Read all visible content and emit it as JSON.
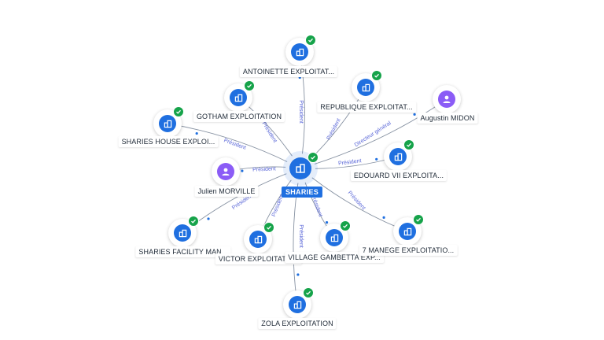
{
  "center": {
    "label": "SHARIES"
  },
  "nodes": [
    {
      "id": "antoinette",
      "label": "ANTOINETTE EXPLOITAT...",
      "kind": "company",
      "verified": true
    },
    {
      "id": "gotham",
      "label": "GOTHAM EXPLOITATION",
      "kind": "company",
      "verified": true
    },
    {
      "id": "republique",
      "label": "REPUBLIQUE EXPLOITAT...",
      "kind": "company",
      "verified": true
    },
    {
      "id": "augustin",
      "label": "Augustin MIDON",
      "kind": "person",
      "verified": false
    },
    {
      "id": "sharies-house",
      "label": "SHARIES HOUSE EXPLOI...",
      "kind": "company",
      "verified": true
    },
    {
      "id": "edouard",
      "label": "EDOUARD VII EXPLOITA...",
      "kind": "company",
      "verified": true
    },
    {
      "id": "julien",
      "label": "Julien MORVILLE",
      "kind": "person",
      "verified": false
    },
    {
      "id": "sharies-facility",
      "label": "SHARIES FACILITY MAN...",
      "kind": "company",
      "verified": true
    },
    {
      "id": "victor",
      "label": "VICTOR EXPLOITATION",
      "kind": "company",
      "verified": true
    },
    {
      "id": "gambetta",
      "label": "VILLAGE GAMBETTA EXP...",
      "kind": "company",
      "verified": true
    },
    {
      "id": "manege",
      "label": "7 MANEGE EXPLOITATIO...",
      "kind": "company",
      "verified": true
    },
    {
      "id": "zola",
      "label": "ZOLA EXPLOITATION",
      "kind": "company",
      "verified": true
    }
  ],
  "edges": [
    {
      "to": "antoinette",
      "label": "Président"
    },
    {
      "to": "gotham",
      "label": "Président"
    },
    {
      "to": "republique",
      "label": "Président"
    },
    {
      "to": "augustin",
      "label": "Directeur général"
    },
    {
      "to": "sharies-house",
      "label": "Président"
    },
    {
      "to": "edouard",
      "label": "Président"
    },
    {
      "to": "julien",
      "label": "Président"
    },
    {
      "to": "sharies-facility",
      "label": "Président"
    },
    {
      "to": "victor",
      "label": "Président"
    },
    {
      "to": "gambetta",
      "label": "Président"
    },
    {
      "to": "manege",
      "label": "Président"
    },
    {
      "to": "zola",
      "label": "Président"
    }
  ]
}
